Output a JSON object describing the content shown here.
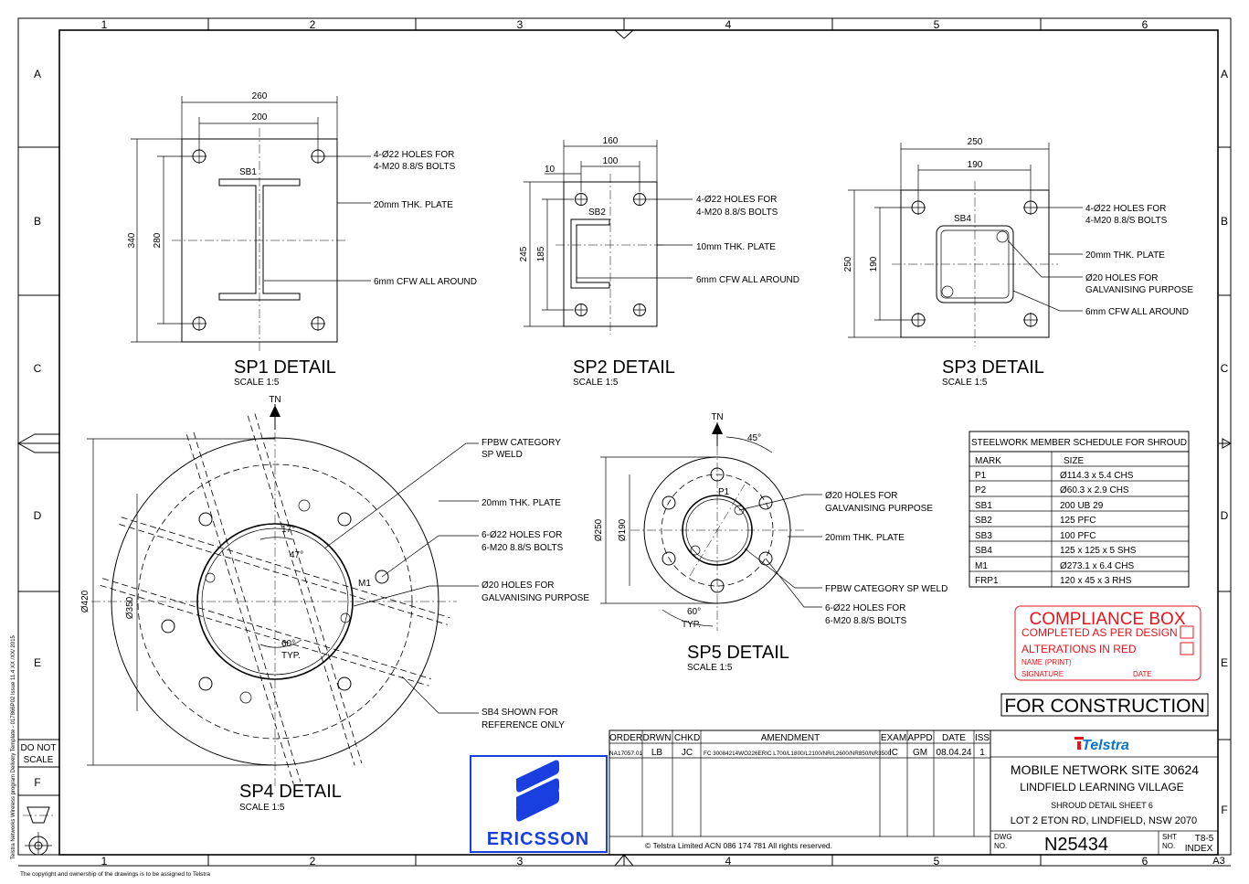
{
  "grid": {
    "columns": [
      "1",
      "2",
      "3",
      "4",
      "5",
      "6"
    ],
    "rows": [
      "A",
      "B",
      "C",
      "D",
      "E",
      "F"
    ]
  },
  "details": {
    "sp1": {
      "title": "SP1 DETAIL",
      "scale": "SCALE 1:5",
      "dim_w_outer": "260",
      "dim_w_inner": "200",
      "dim_h_outer": "340",
      "dim_h_inner": "280",
      "member": "SB1",
      "note_holes_1": "4-Ø22 HOLES FOR",
      "note_holes_2": "4-M20 8.8/S BOLTS",
      "note_plate": "20mm THK. PLATE",
      "note_weld": "6mm CFW ALL AROUND"
    },
    "sp2": {
      "title": "SP2 DETAIL",
      "scale": "SCALE 1:5",
      "dim_w_outer": "160",
      "dim_w_inner": "100",
      "dim_edge": "10",
      "dim_h_outer": "245",
      "dim_h_inner": "185",
      "member": "SB2",
      "note_holes_1": "4-Ø22 HOLES FOR",
      "note_holes_2": "4-M20 8.8/S BOLTS",
      "note_plate": "10mm THK. PLATE",
      "note_weld": "6mm CFW ALL AROUND"
    },
    "sp3": {
      "title": "SP3 DETAIL",
      "scale": "SCALE 1:5",
      "dim_w_outer": "250",
      "dim_w_inner": "190",
      "dim_h_outer": "250",
      "dim_h_inner": "190",
      "member": "SB4",
      "note_holes_1": "4-Ø22 HOLES FOR",
      "note_holes_2": "4-M20 8.8/S BOLTS",
      "note_plate": "20mm THK. PLATE",
      "note_galv_1": "Ø20 HOLES FOR",
      "note_galv_2": "GALVANISING PURPOSE",
      "note_weld": "6mm CFW ALL AROUND"
    },
    "sp4": {
      "title": "SP4 DETAIL",
      "scale": "SCALE 1:5",
      "north": "TN",
      "dim_outer": "Ø420",
      "dim_inner": "Ø350",
      "angle_1": "17°",
      "angle_2": "47°",
      "angle_3": "60°",
      "angle_3_typ": "TYP.",
      "member": "M1",
      "note_weld_1": "FPBW CATEGORY",
      "note_weld_2": "SP WELD",
      "note_plate": "20mm THK. PLATE",
      "note_holes_1": "6-Ø22 HOLES FOR",
      "note_holes_2": "6-M20 8.8/S BOLTS",
      "note_galv_1": "Ø20 HOLES FOR",
      "note_galv_2": "GALVANISING PURPOSE",
      "note_ref_1": "SB4 SHOWN FOR",
      "note_ref_2": "REFERENCE ONLY"
    },
    "sp5": {
      "title": "SP5 DETAIL",
      "scale": "SCALE 1:5",
      "north": "TN",
      "dim_outer": "Ø250",
      "dim_inner": "Ø190",
      "angle_1": "45°",
      "angle_2": "60°",
      "angle_2_typ": "TYP.",
      "member": "P1",
      "note_galv_1": "Ø20 HOLES FOR",
      "note_galv_2": "GALVANISING PURPOSE",
      "note_plate": "20mm THK. PLATE",
      "note_weld": "FPBW CATEGORY SP WELD",
      "note_holes_1": "6-Ø22 HOLES FOR",
      "note_holes_2": "6-M20 8.8/S BOLTS"
    }
  },
  "schedule": {
    "title": "STEELWORK MEMBER SCHEDULE FOR SHROUD",
    "headers": [
      "MARK",
      "SIZE"
    ],
    "rows": [
      [
        "P1",
        "Ø114.3 x 5.4 CHS"
      ],
      [
        "P2",
        "Ø60.3 x 2.9 CHS"
      ],
      [
        "SB1",
        "200 UB 29"
      ],
      [
        "SB2",
        "125 PFC"
      ],
      [
        "SB3",
        "100 PFC"
      ],
      [
        "SB4",
        "125 x 125 x 5 SHS"
      ],
      [
        "M1",
        "Ø273.1 x 6.4 CHS"
      ],
      [
        "FRP1",
        "120 x 45 x 3 RHS"
      ]
    ]
  },
  "compliance": {
    "title": "COMPLIANCE BOX",
    "line1": "COMPLETED AS PER DESIGN",
    "line2": "ALTERATIONS IN RED",
    "name": "NAME (PRINT)",
    "signature": "SIGNATURE",
    "date": "DATE"
  },
  "status": "FOR CONSTRUCTION",
  "amendment": {
    "headers": [
      "ORDER",
      "DRWN",
      "CHKD",
      "AMENDMENT",
      "EXAM",
      "APPD",
      "DATE",
      "ISS"
    ],
    "row": [
      "NA17057.01",
      "LB",
      "JC",
      "FC 30084214WO226ERIC L700/L1800/L2100/NR/L2600/NR850/NR3500",
      "IC",
      "GM",
      "08.04.24",
      "1"
    ],
    "copyright": "© Telstra Limited   ACN 086 174 781   All rights reserved."
  },
  "title_block": {
    "brand": "Telstra",
    "site": "MOBILE NETWORK SITE 30624",
    "name": "LINDFIELD LEARNING VILLAGE",
    "sheet": "SHROUD DETAIL SHEET 6",
    "address": "LOT 2 ETON RD, LINDFIELD, NSW 2070",
    "dwg_label_1": "DWG",
    "dwg_label_2": "NO.",
    "dwg_no": "N25434",
    "sht_label_1": "SHT",
    "sht_label_2": "NO.",
    "sht_no": "T8-5",
    "index": "INDEX",
    "size": "A3"
  },
  "side": {
    "do_not_scale_1": "DO NOT",
    "do_not_scale_2": "SCALE",
    "template_note": "Telstra Networks Wireless program Delivery Template - 017866P02 Issue 11.4  XX /XX/ 2015",
    "footer": "The copyright and ownership of the drawings is to be assigned to Telstra"
  },
  "ericsson": {
    "label": "ERICSSON",
    "color": "#1a3fe0"
  },
  "colors": {
    "compliance": "#e8141c",
    "telstra": "#0b74c4"
  }
}
